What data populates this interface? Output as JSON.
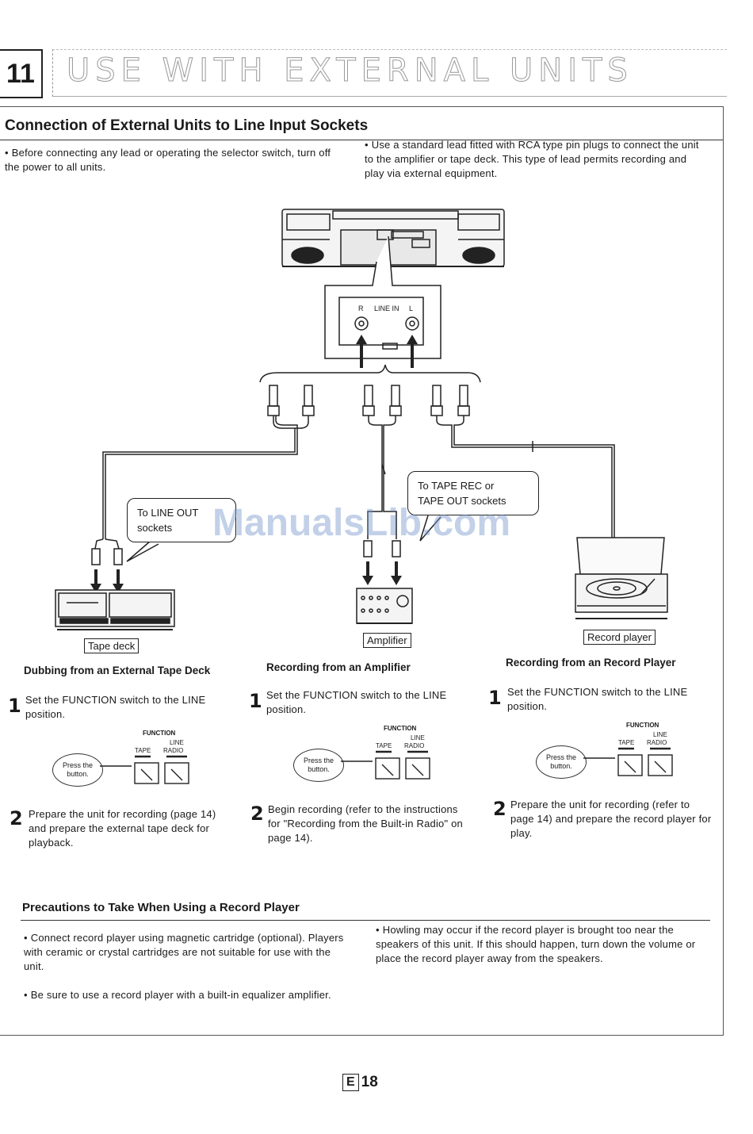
{
  "section": {
    "number": "11",
    "title": "USE WITH EXTERNAL UNITS"
  },
  "connection": {
    "heading": "Connection of External Units to Line Input Sockets",
    "notes": [
      "Before connecting any lead or operating the selector switch, turn off the power to all units.",
      "Use a standard lead fitted with RCA type pin plugs to connect the unit to the amplifier or tape deck. This type of lead permits recording and play via external equipment."
    ]
  },
  "diagram": {
    "socket_r": "R",
    "socket_line_in": "LINE IN",
    "socket_l": "L",
    "bubble_left_1": "To LINE OUT",
    "bubble_left_2": "sockets",
    "bubble_mid_1": "To TAPE REC or",
    "bubble_mid_2": "TAPE OUT sockets",
    "label_tape_deck": "Tape deck",
    "label_amplifier": "Amplifier",
    "label_record_player": "Record player"
  },
  "columns": [
    {
      "heading": "Dubbing from an External Tape Deck",
      "step1": "Set the FUNCTION switch to the LINE position.",
      "step2": "Prepare the unit for recording (page 14) and prepare the external tape deck for playback."
    },
    {
      "heading": "Recording from an Amplifier",
      "step1": "Set the FUNCTION switch to the LINE position.",
      "step2": "Begin recording (refer to the instructions for \"Recording from the Built-in Radio\" on page 14)."
    },
    {
      "heading": "Recording from an Record Player",
      "step1": "Set the FUNCTION switch to the LINE position.",
      "step2": "Prepare the unit for recording (refer to page 14) and prepare the record player for play."
    }
  ],
  "steps": {
    "one": "1",
    "two": "2"
  },
  "function_switch": {
    "title": "FUNCTION",
    "tape": "TAPE",
    "line": "LINE",
    "radio": "RADIO",
    "press_1": "Press the",
    "press_2": "button."
  },
  "precautions": {
    "heading": "Precautions to Take When Using a Record Player",
    "notes": [
      "Connect record player using magnetic cartridge (optional). Players with ceramic or crystal cartridges are not suitable for use with the unit.",
      "Be sure to use a record player with a built-in equalizer amplifier.",
      "Howling may occur if the record player is brought too near the speakers of this unit. If this should happen, turn down the volume or place the record player away from the speakers."
    ]
  },
  "watermark": "ManualsLib.com",
  "footer": {
    "lang": "E",
    "page": "18"
  }
}
